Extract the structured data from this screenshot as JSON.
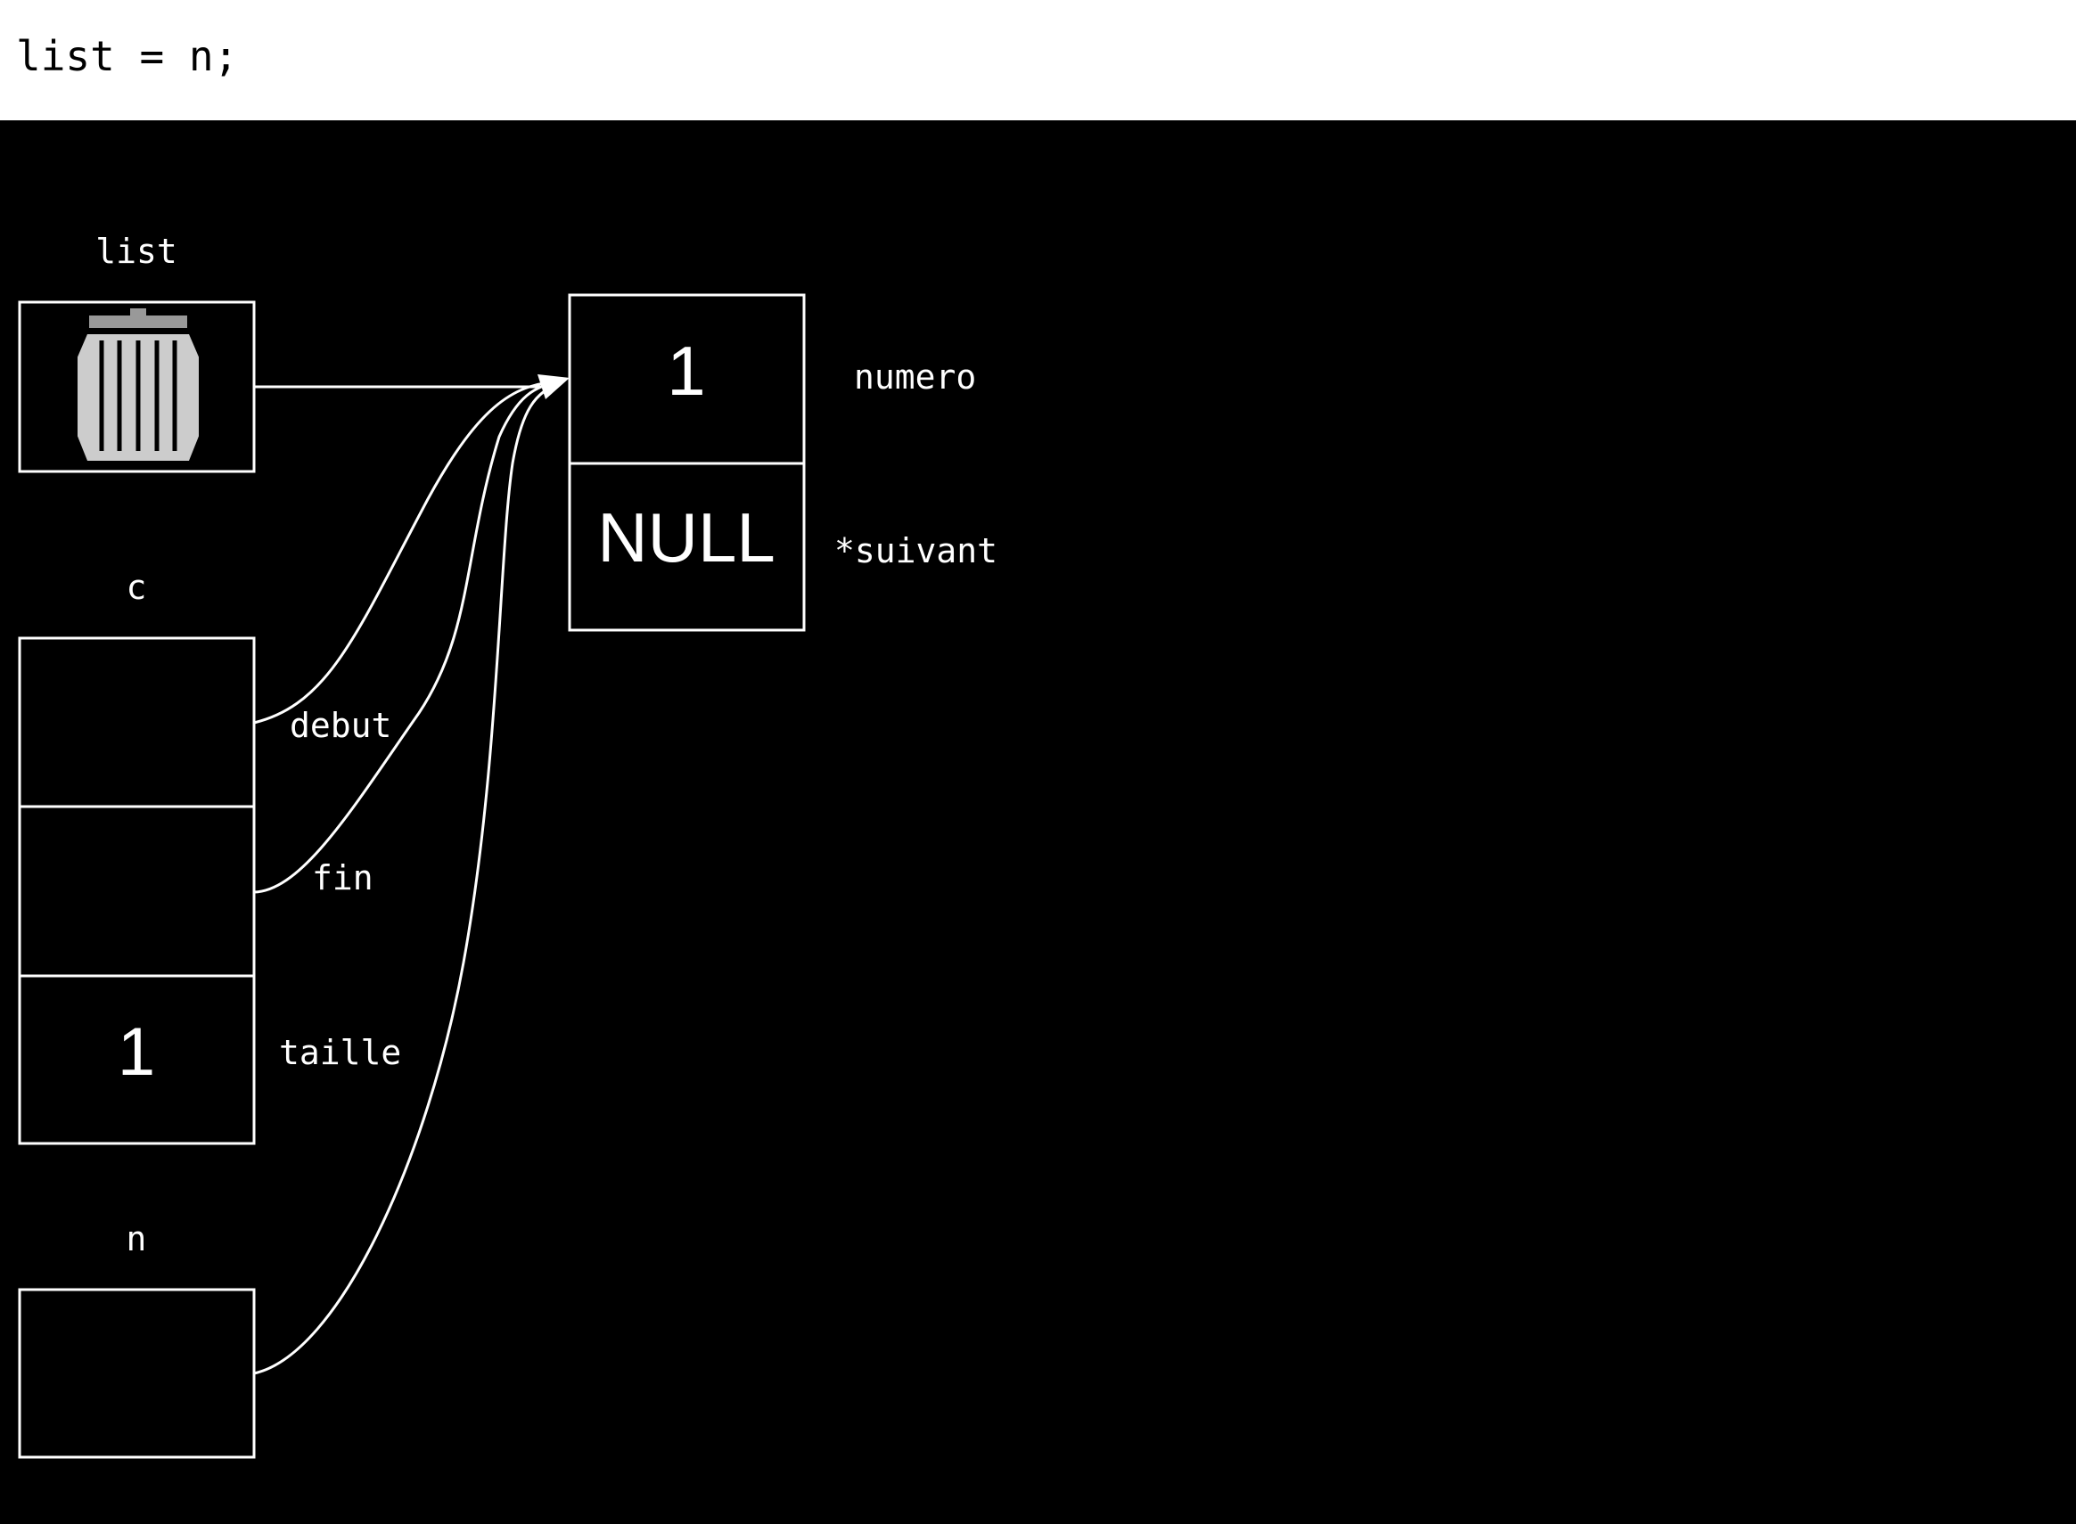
{
  "code_line": "list = n;",
  "variables": {
    "list": {
      "label": "list",
      "icon": "trash-icon"
    },
    "c": {
      "label": "c",
      "fields": [
        {
          "name": "debut",
          "value": ""
        },
        {
          "name": "fin",
          "value": ""
        },
        {
          "name": "taille",
          "value": "1"
        }
      ]
    },
    "n": {
      "label": "n"
    }
  },
  "node": {
    "fields": [
      {
        "name": "numero",
        "value": "1"
      },
      {
        "name": "*suivant",
        "value": "NULL"
      }
    ]
  },
  "colors": {
    "background": "#000000",
    "foreground": "#ffffff",
    "header": "#ffffff"
  }
}
